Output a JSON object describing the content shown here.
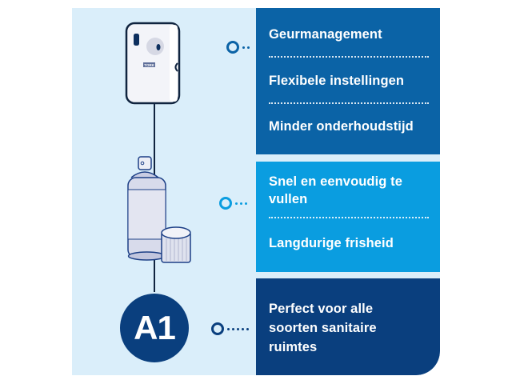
{
  "product": {
    "brand_mark": "TORK",
    "badge": "A1"
  },
  "panels": [
    {
      "id": "odour",
      "color": "#0b63a6",
      "items": [
        "Geurmanagement",
        "Flexibele instellingen",
        "Minder onderhoudstijd"
      ]
    },
    {
      "id": "refill",
      "color": "#0a9de0",
      "items": [
        "Snel en eenvoudig te vullen",
        "Langdurige frisheid"
      ]
    },
    {
      "id": "usage",
      "color": "#0a3f7e",
      "items": [
        "Perfect voor alle soorten sanitaire ruimtes"
      ]
    }
  ],
  "icons": {
    "dispenser": "air-freshener-dispenser-icon",
    "can": "aerosol-refill-can-icon",
    "cap": "refill-cap-icon"
  },
  "colors": {
    "background": "#daeefa",
    "line": "#10243f"
  }
}
